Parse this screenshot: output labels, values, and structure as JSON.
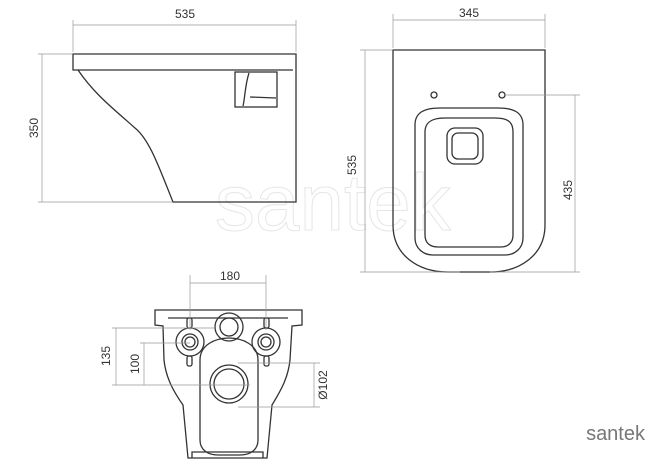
{
  "dimensions": {
    "side_width": "535",
    "side_height": "350",
    "top_width": "345",
    "top_length": "535",
    "top_fixing_distance": "435",
    "rear_fixing_spacing": "180",
    "rear_height_upper": "135",
    "rear_height_lower": "100",
    "outlet_diameter": "Ø102"
  },
  "watermark": "santek",
  "brand": "santek"
}
